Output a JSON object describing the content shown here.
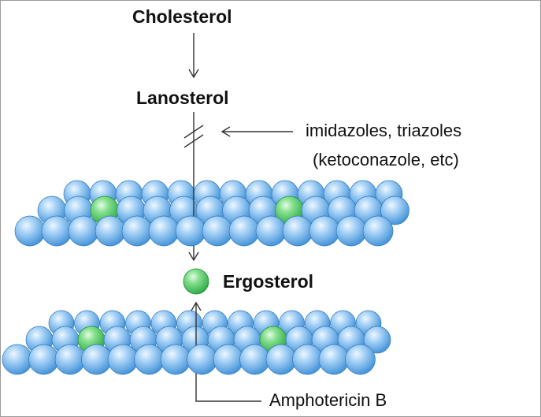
{
  "labels": {
    "cholesterol": "Cholesterol",
    "lanosterol": "Lanosterol",
    "drug_inhibitor_line1": "imidazoles, triazoles",
    "drug_inhibitor_line2": "(ketoconazole, etc)",
    "ergosterol": "Ergosterol",
    "drug_binder": "Amphotericin B"
  },
  "colors": {
    "membrane_lipid": "#5aa8e8",
    "ergosterol_molecule": "#3fc15a",
    "lines": "#333333"
  },
  "icons": {
    "ergosterol_symbol": "green-sphere",
    "block_mark": "double-slash"
  }
}
